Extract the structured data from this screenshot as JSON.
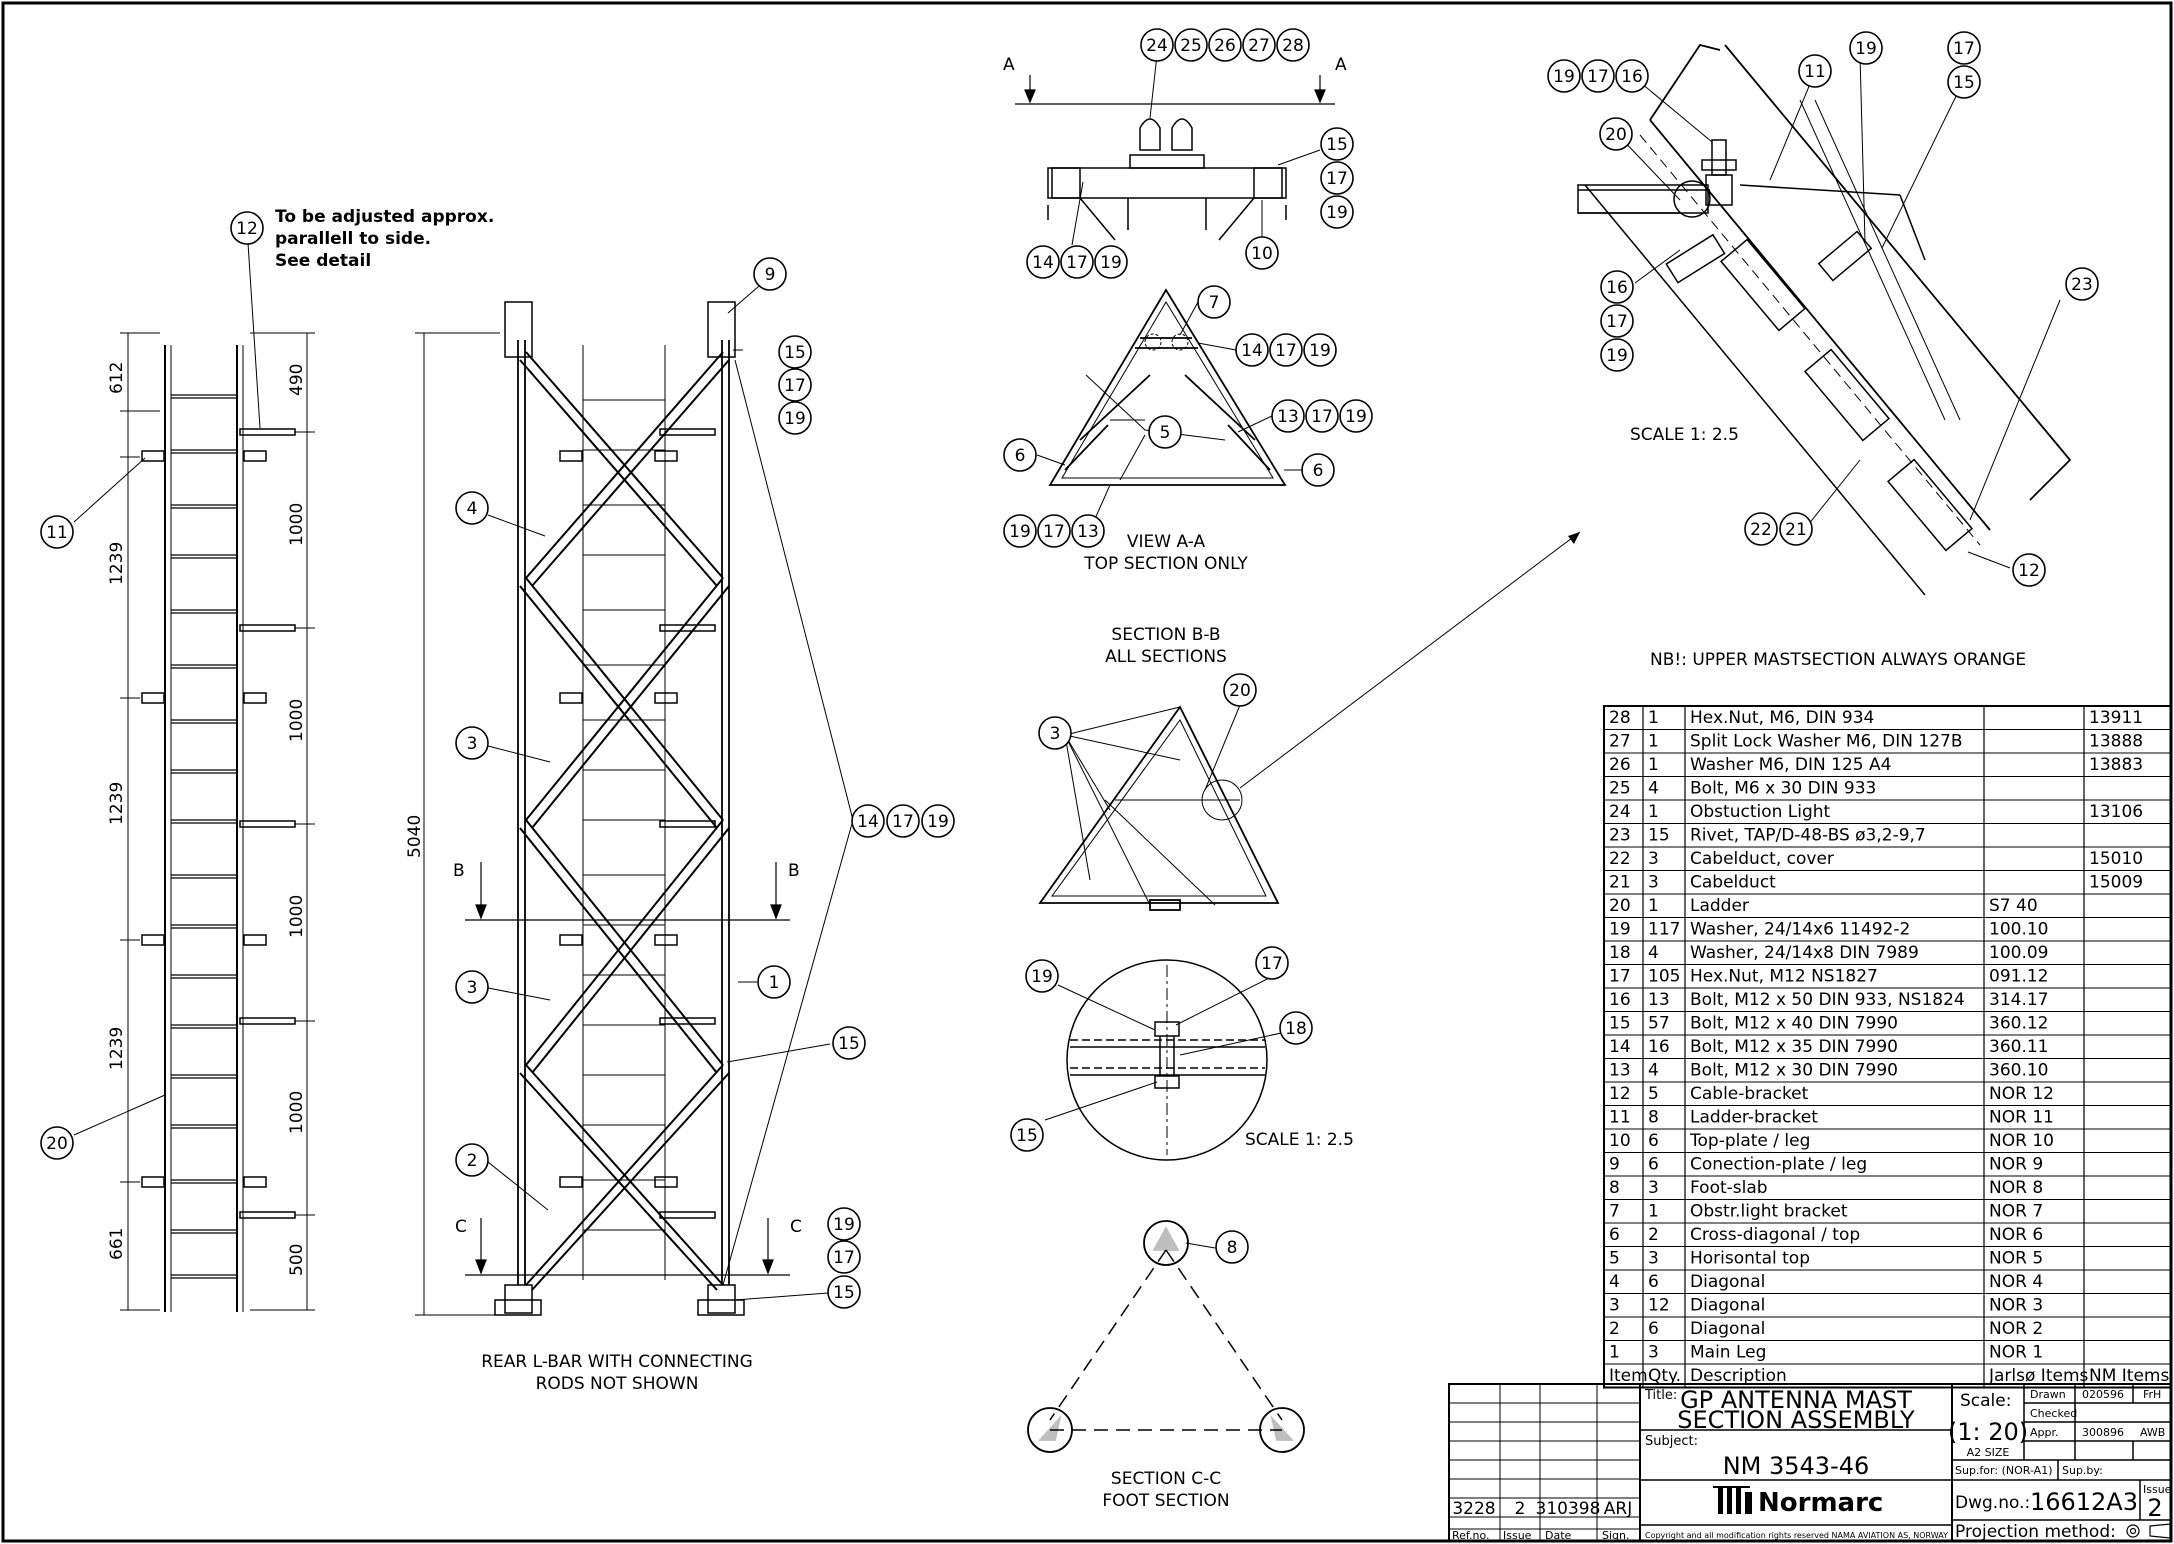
{
  "balloons": {
    "b11l": "11",
    "b12l": "12",
    "b20l": "20",
    "b4": "4",
    "b3a": "3",
    "b3b": "3",
    "b2": "2",
    "b1": "1",
    "b9": "9",
    "b15a": "15",
    "b17a": "17",
    "b19a": "19",
    "b14m": "14",
    "b17m": "17",
    "b19m": "19",
    "b15m": "15",
    "b19f": "19",
    "b17f": "17",
    "b15f": "15",
    "t24": "24",
    "t25": "25",
    "t26": "26",
    "t27": "27",
    "t28": "28",
    "t15": "15",
    "t17": "17",
    "t19": "19",
    "t10": "10",
    "t14": "14",
    "t17b": "17",
    "t19b": "19",
    "v7": "7",
    "v14": "14",
    "v17": "17",
    "v19": "19",
    "v5": "5",
    "v13": "13",
    "v17b": "17",
    "v19b": "19",
    "v6a": "6",
    "v6b": "6",
    "v19c": "19",
    "v17c": "17",
    "v13c": "13",
    "s3": "3",
    "s20": "20",
    "d19": "19",
    "d17": "17",
    "d18": "18",
    "d15": "15",
    "f8": "8",
    "r19": "19",
    "r17": "17",
    "r16": "16",
    "r11": "11",
    "r19b": "19",
    "r17b": "17",
    "r15": "15",
    "r20": "20",
    "r16b": "16",
    "r17c": "17",
    "r19c": "19",
    "r23": "23",
    "r22": "22",
    "r21": "21",
    "r12": "12"
  },
  "labels": {
    "note12_1": "To be adjusted approx.",
    "note12_2": "parallell to side.",
    "note12_3": "See detail",
    "dim612": "612",
    "dim1239a": "1239",
    "dim1239b": "1239",
    "dim1239c": "1239",
    "dim661": "661",
    "dim490": "490",
    "dim1000a": "1000",
    "dim1000b": "1000",
    "dim1000c": "1000",
    "dim1000d": "1000",
    "dim500": "500",
    "dim5040": "5040",
    "secA1": "A",
    "secA2": "A",
    "secB1": "B",
    "secB2": "B",
    "secC1": "C",
    "secC2": "C",
    "rear1": "REAR L-BAR WITH CONNECTING",
    "rear2": "RODS NOT SHOWN",
    "viewAA1": "VIEW A-A",
    "viewAA2": "TOP SECTION ONLY",
    "secBB1": "SECTION B-B",
    "secBB2": "ALL SECTIONS",
    "scale1": "SCALE 1: 2.5",
    "scale2": "SCALE 1: 2.5",
    "secCC1": "SECTION C-C",
    "secCC2": "FOOT SECTION",
    "nb": "NB!: UPPER MASTSECTION ALWAYS ORANGE"
  },
  "bom": {
    "header": {
      "item": "Item",
      "qty": "Qty.",
      "desc": "Description",
      "jarlso": "Jarlsø Items",
      "nm": "NM Items"
    },
    "rows": [
      {
        "item": "28",
        "qty": "1",
        "desc": "Hex.Nut, M6, DIN 934",
        "jarlso": "",
        "nm": "13911"
      },
      {
        "item": "27",
        "qty": "1",
        "desc": "Split Lock Washer M6, DIN 127B",
        "jarlso": "",
        "nm": "13888"
      },
      {
        "item": "26",
        "qty": "1",
        "desc": "Washer M6, DIN 125 A4",
        "jarlso": "",
        "nm": "13883"
      },
      {
        "item": "25",
        "qty": "4",
        "desc": "Bolt, M6 x 30 DIN 933",
        "jarlso": "",
        "nm": ""
      },
      {
        "item": "24",
        "qty": "1",
        "desc": "Obstuction Light",
        "jarlso": "",
        "nm": "13106"
      },
      {
        "item": "23",
        "qty": "15",
        "desc": "Rivet, TAP/D-48-BS ø3,2-9,7",
        "jarlso": "",
        "nm": ""
      },
      {
        "item": "22",
        "qty": "3",
        "desc": "Cabelduct, cover",
        "jarlso": "",
        "nm": "15010"
      },
      {
        "item": "21",
        "qty": "3",
        "desc": "Cabelduct",
        "jarlso": "",
        "nm": "15009"
      },
      {
        "item": "20",
        "qty": "1",
        "desc": "Ladder",
        "jarlso": "S7 40",
        "nm": ""
      },
      {
        "item": "19",
        "qty": "117",
        "desc": "Washer, 24/14x6 11492-2",
        "jarlso": "100.10",
        "nm": ""
      },
      {
        "item": "18",
        "qty": "4",
        "desc": "Washer, 24/14x8 DIN 7989",
        "jarlso": "100.09",
        "nm": ""
      },
      {
        "item": "17",
        "qty": "105",
        "desc": "Hex.Nut, M12 NS1827",
        "jarlso": "091.12",
        "nm": ""
      },
      {
        "item": "16",
        "qty": "13",
        "desc": "Bolt, M12 x 50 DIN 933, NS1824",
        "jarlso": "314.17",
        "nm": ""
      },
      {
        "item": "15",
        "qty": "57",
        "desc": "Bolt, M12 x 40 DIN 7990",
        "jarlso": "360.12",
        "nm": ""
      },
      {
        "item": "14",
        "qty": "16",
        "desc": "Bolt, M12 x 35 DIN 7990",
        "jarlso": "360.11",
        "nm": ""
      },
      {
        "item": "13",
        "qty": "4",
        "desc": "Bolt, M12 x 30 DIN 7990",
        "jarlso": "360.10",
        "nm": ""
      },
      {
        "item": "12",
        "qty": "5",
        "desc": "Cable-bracket",
        "jarlso": "NOR 12",
        "nm": ""
      },
      {
        "item": "11",
        "qty": "8",
        "desc": "Ladder-bracket",
        "jarlso": "NOR 11",
        "nm": ""
      },
      {
        "item": "10",
        "qty": "6",
        "desc": "Top-plate / leg",
        "jarlso": "NOR 10",
        "nm": ""
      },
      {
        "item": "9",
        "qty": "6",
        "desc": "Conection-plate / leg",
        "jarlso": "NOR 9",
        "nm": ""
      },
      {
        "item": "8",
        "qty": "3",
        "desc": "Foot-slab",
        "jarlso": "NOR 8",
        "nm": ""
      },
      {
        "item": "7",
        "qty": "1",
        "desc": "Obstr.light bracket",
        "jarlso": "NOR 7",
        "nm": ""
      },
      {
        "item": "6",
        "qty": "2",
        "desc": "Cross-diagonal / top",
        "jarlso": "NOR 6",
        "nm": ""
      },
      {
        "item": "5",
        "qty": "3",
        "desc": "Horisontal top",
        "jarlso": "NOR 5",
        "nm": ""
      },
      {
        "item": "4",
        "qty": "6",
        "desc": "Diagonal",
        "jarlso": "NOR 4",
        "nm": ""
      },
      {
        "item": "3",
        "qty": "12",
        "desc": "Diagonal",
        "jarlso": "NOR 3",
        "nm": ""
      },
      {
        "item": "2",
        "qty": "6",
        "desc": "Diagonal",
        "jarlso": "NOR 2",
        "nm": ""
      },
      {
        "item": "1",
        "qty": "3",
        "desc": "Main Leg",
        "jarlso": "NOR 1",
        "nm": ""
      }
    ]
  },
  "titleblock": {
    "title_label": "Title:",
    "title1": "GP ANTENNA MAST",
    "title2": "SECTION ASSEMBLY",
    "subject_label": "Subject:",
    "subject": "NM 3543-46",
    "scale_label": "Scale:",
    "scale": "(1: 20)",
    "size": "A2 SIZE",
    "drawn_label": "Drawn",
    "drawn_date": "020596",
    "drawn_by": "FrH",
    "checked_label": "Checked",
    "appr_label": "Appr.",
    "appr_date": "300896",
    "appr_by": "AWB",
    "supfor": "Sup.for: (NOR-A1)",
    "supby": "Sup.by:",
    "dwgno_label": "Dwg.no.:",
    "dwgno": "16612A3",
    "issue_label": "Issue",
    "issue": "2",
    "proj": "Projection method:",
    "company": "Normarc",
    "copyright": "Copyright and all modification rights reserved NAMA AVIATION AS, NORWAY",
    "rev_refno": "3228",
    "rev_issue": "2",
    "rev_date": "310398",
    "rev_sign": "ARJ",
    "h_refno": "Ref.no.",
    "h_issue": "Issue",
    "h_date": "Date",
    "h_sign": "Sign."
  }
}
